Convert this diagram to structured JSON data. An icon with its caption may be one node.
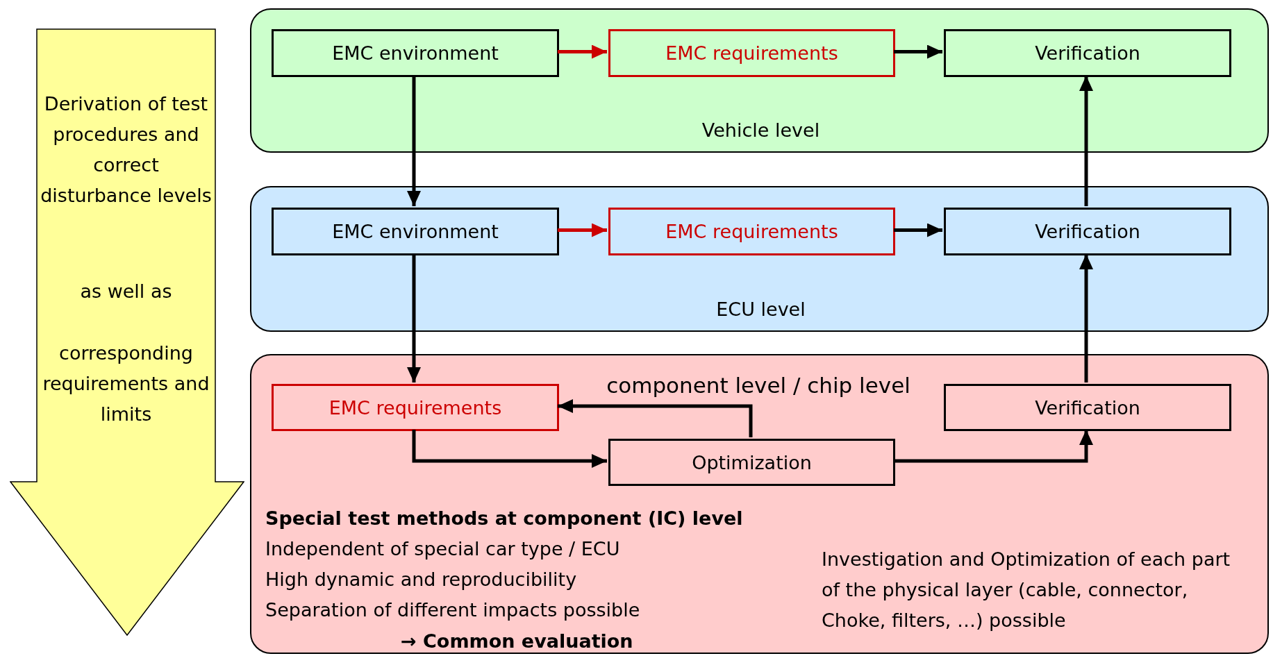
{
  "diagram": {
    "nodes": [
      {
        "text": [
          "Derivation of test procedures and correct disturbance levels",
          "as well as",
          "corresponding requirements and limits"
        ]
      },
      {
        "text": [
          "Vehicle level"
        ]
      },
      {
        "text": [
          "EMC environment"
        ],
        "in": 1
      },
      {
        "text": [
          "EMC requirements"
        ],
        "in": 1
      },
      {
        "text": [
          "Verification"
        ],
        "in": 1
      },
      {
        "text": [
          "ECU level"
        ]
      },
      {
        "text": [
          "EMC environment"
        ],
        "in": 5
      },
      {
        "text": [
          "EMC requirements"
        ],
        "in": 5
      },
      {
        "text": [
          "Verification"
        ],
        "in": 5
      },
      {
        "text": [
          "component level / chip level",
          "Special test methods at component (IC) level",
          "Independent of special car type / ECU",
          "High dynamic and reproducibility",
          "Separation of different impacts possible",
          "→ Common evaluation",
          "Investigation and Optimization of each part of the physical layer (cable, connector, Choke, filters, …) possible"
        ]
      },
      {
        "text": [
          "EMC requirements"
        ],
        "in": 9
      },
      {
        "text": [
          "Verification"
        ],
        "in": 9
      },
      {
        "text": [
          "Optimization"
        ],
        "in": 9
      }
    ],
    "edges": [
      {
        "from": 2,
        "to": 3,
        "arrow": "to",
        "color": "#cc0000"
      },
      {
        "from": 3,
        "to": 4,
        "arrow": "to"
      },
      {
        "from": 2,
        "to": 6,
        "arrow": "to"
      },
      {
        "from": 6,
        "to": 7,
        "arrow": "to",
        "color": "#cc0000"
      },
      {
        "from": 7,
        "to": 8,
        "arrow": "to"
      },
      {
        "from": 8,
        "to": 4,
        "arrow": "to"
      },
      {
        "from": 6,
        "to": 10,
        "arrow": "to"
      },
      {
        "from": 12,
        "to": 10,
        "arrow": "to"
      },
      {
        "from": 10,
        "to": 12,
        "arrow": "to"
      },
      {
        "from": 12,
        "to": 11,
        "arrow": "to"
      },
      {
        "from": 11,
        "to": 8,
        "arrow": "to"
      }
    ]
  }
}
